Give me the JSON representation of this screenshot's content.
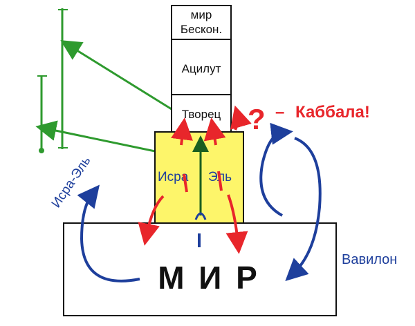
{
  "boxes": {
    "world_infinite_line1": "мир",
    "world_infinite_line2": "Бескон.",
    "atzilut": "Ацилут",
    "creator": "Творец",
    "israel_left": "Исра",
    "israel_right": "Эль",
    "world": "М И Р"
  },
  "labels": {
    "kabbala": "Каббала!",
    "dash": "–",
    "question_mark": "?",
    "israel_side": "Исра-Эль",
    "babylon": "Вавилон"
  },
  "colors": {
    "israel_box_fill": "#fdf56a",
    "red_arrows": "#e8262b",
    "blue_arrows": "#1e3f9c",
    "green_lines": "#2e9a2e",
    "dark_green_arrow": "#1a5e20"
  }
}
